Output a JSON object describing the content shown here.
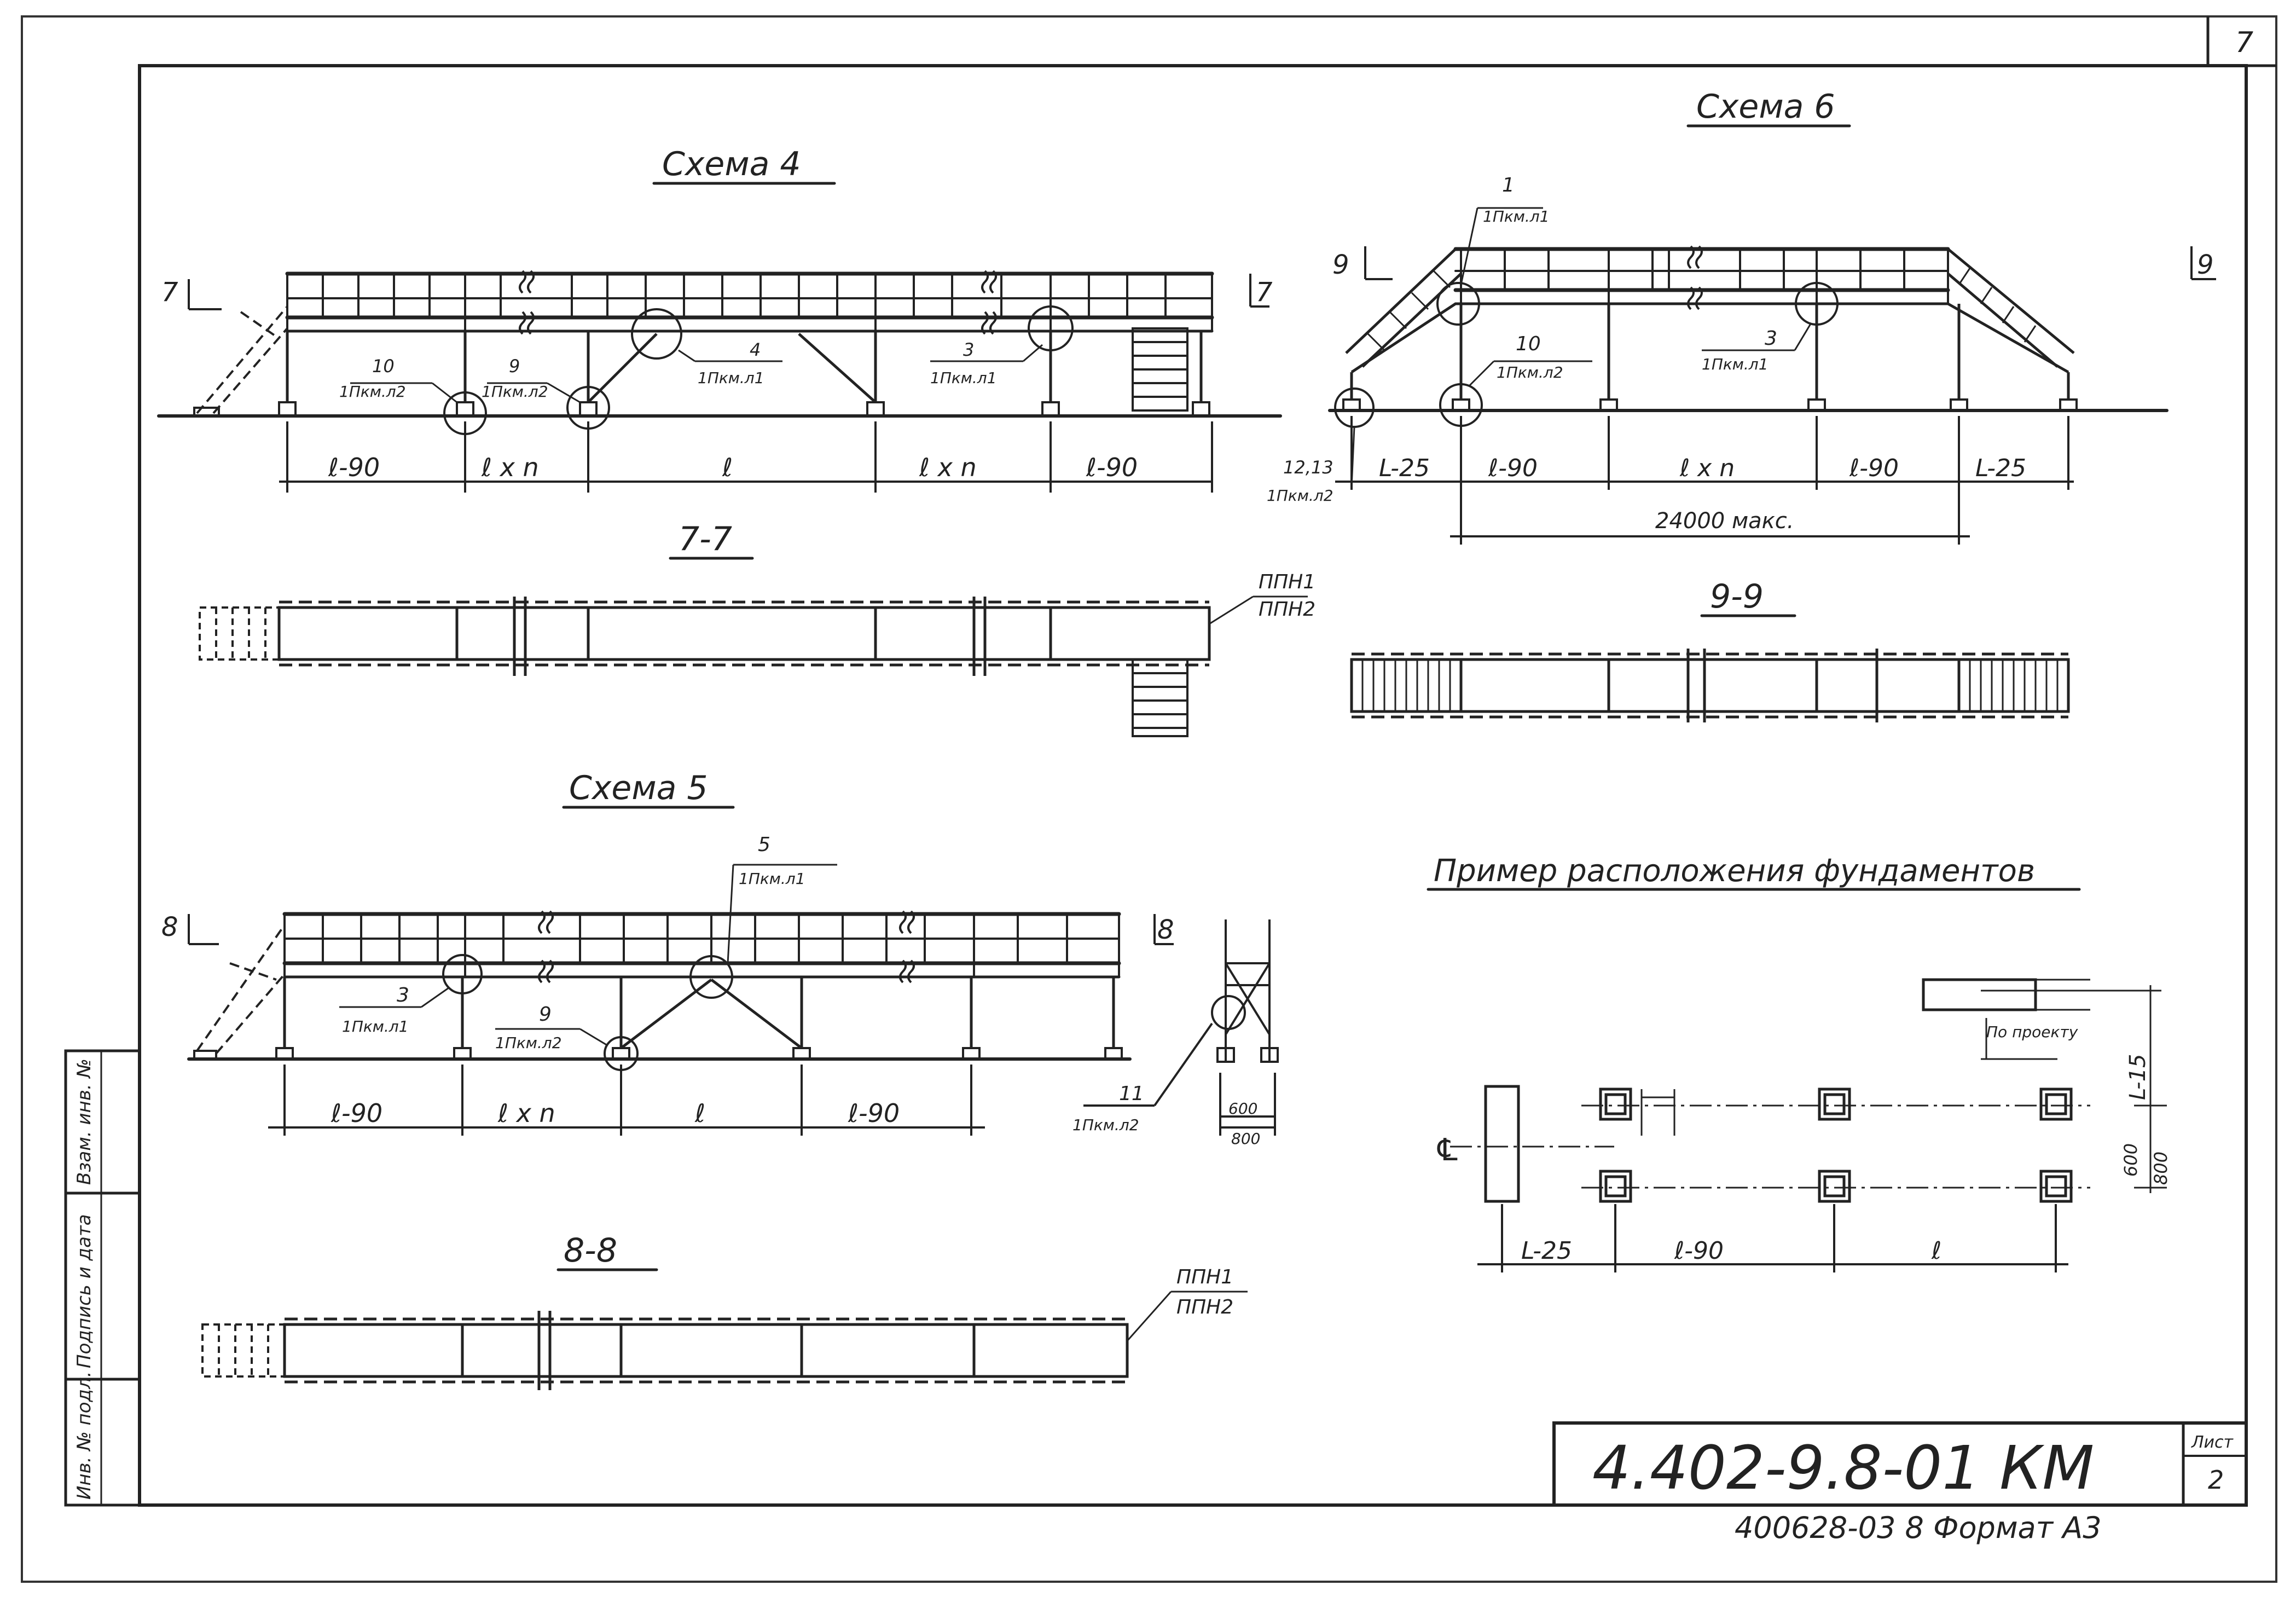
{
  "sheet": {
    "page_number": "7",
    "code": "4.402-9.8-01 КМ",
    "sheet_label": "Лист",
    "sheet_number": "2",
    "footer": "400628-03   8   Формат A3",
    "side_stamp": [
      "Инв. № подл.",
      "Подпись и дата",
      "Взам. инв. №"
    ]
  },
  "scheme4": {
    "title": "Схема 4",
    "marks": [
      {
        "num": "10",
        "ref": "1Пкм.л2"
      },
      {
        "num": "9",
        "ref": "1Пкм.л2"
      },
      {
        "num": "4",
        "ref": "1Пкм.л1"
      },
      {
        "num": "3",
        "ref": "1Пкм.л1"
      }
    ],
    "dims": [
      "ℓ-90",
      "ℓ x n",
      "ℓ",
      "ℓ x n",
      "ℓ-90"
    ],
    "section_left": "7",
    "section_right": "7"
  },
  "section77": {
    "title": "7-7",
    "label1": "ППН1",
    "label2": "ППН2"
  },
  "scheme5": {
    "title": "Схема 5",
    "marks": [
      {
        "num": "5",
        "ref": "1Пкм.л1"
      },
      {
        "num": "3",
        "ref": "1Пкм.л1"
      },
      {
        "num": "9",
        "ref": "1Пкм.л2"
      },
      {
        "num": "11",
        "ref": "1Пкм.л2"
      }
    ],
    "dims": [
      "ℓ-90",
      "ℓ x n",
      "ℓ",
      "ℓ-90"
    ],
    "section_left": "8",
    "section_right": "8",
    "detail_dims": [
      "600",
      "800"
    ]
  },
  "section88": {
    "title": "8-8",
    "label1": "ППН1",
    "label2": "ППН2"
  },
  "scheme6": {
    "title": "Схема 6",
    "marks": [
      {
        "num": "1",
        "ref": "1Пкм.л1"
      },
      {
        "num": "10",
        "ref": "1Пкм.л2"
      },
      {
        "num": "3",
        "ref": "1Пкм.л1"
      },
      {
        "num": "12,13",
        "ref": "1Пкм.л2"
      }
    ],
    "dims": [
      "L-25",
      "ℓ-90",
      "ℓ x n",
      "ℓ-90",
      "L-25"
    ],
    "overall": "24000 макс.",
    "section_left": "9",
    "section_right": "9"
  },
  "section99": {
    "title": "9-9"
  },
  "foundations": {
    "title": "Пример расположения фундаментов",
    "dims": [
      "L-25",
      "ℓ-90",
      "ℓ"
    ],
    "vert_dims": [
      "600",
      "800",
      "L-15"
    ],
    "note": "По проекту",
    "axis": "℄"
  }
}
